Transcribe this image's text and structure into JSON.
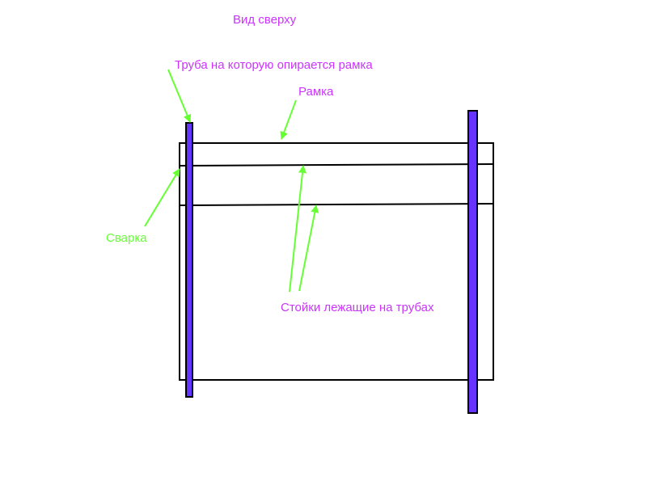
{
  "title": "Вид сверху",
  "labels": {
    "pipe": "Труба на которую опирается рамка",
    "frame": "Рамка",
    "weld": "Сварка",
    "posts": "Стойки лежащие на трубах"
  },
  "colors": {
    "text_magenta": "#CC33FF",
    "weld_green": "#66FF33",
    "arrow_green": "#66FF33",
    "pipe_fill": "#6633FF",
    "outline": "#000000"
  }
}
